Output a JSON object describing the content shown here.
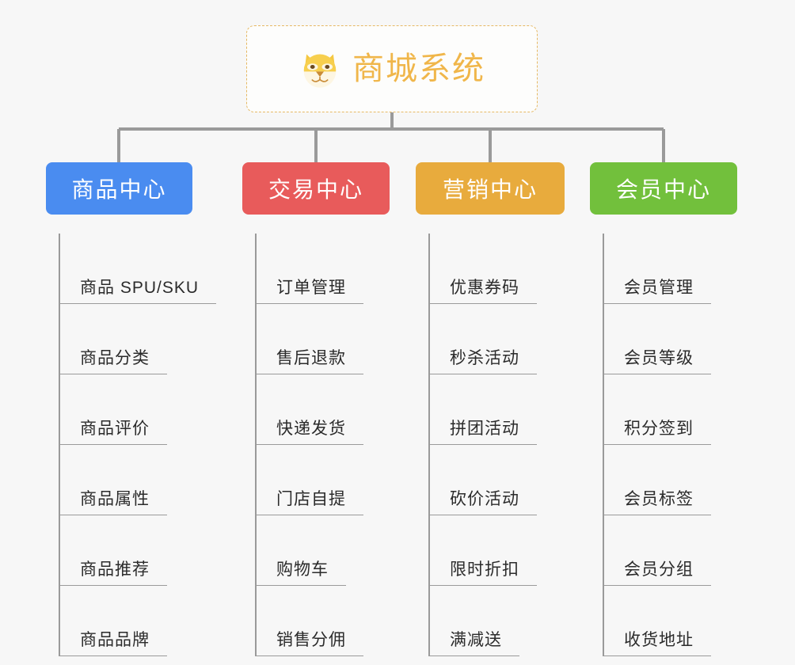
{
  "root": {
    "title": "商城系统",
    "icon": "shiba-dog-face-icon",
    "border_color": "#e6b964",
    "text_color": "#f0b64a",
    "background": "#fdfdfc"
  },
  "canvas": {
    "background": "#f7f7f7",
    "connector_color": "#9a9a9a"
  },
  "categories": [
    {
      "label": "商品中心",
      "color": "#4a8cf0",
      "children": [
        {
          "label": "商品 SPU/SKU"
        },
        {
          "label": "商品分类"
        },
        {
          "label": "商品评价"
        },
        {
          "label": "商品属性"
        },
        {
          "label": "商品推荐"
        },
        {
          "label": "商品品牌"
        }
      ]
    },
    {
      "label": "交易中心",
      "color": "#e85b5b",
      "children": [
        {
          "label": "订单管理"
        },
        {
          "label": "售后退款"
        },
        {
          "label": "快递发货"
        },
        {
          "label": "门店自提"
        },
        {
          "label": "购物车"
        },
        {
          "label": "销售分佣"
        }
      ]
    },
    {
      "label": "营销中心",
      "color": "#e8ab3d",
      "children": [
        {
          "label": "优惠券码"
        },
        {
          "label": "秒杀活动"
        },
        {
          "label": "拼团活动"
        },
        {
          "label": "砍价活动"
        },
        {
          "label": "限时折扣"
        },
        {
          "label": "满减送"
        }
      ]
    },
    {
      "label": "会员中心",
      "color": "#72c03c",
      "children": [
        {
          "label": "会员管理"
        },
        {
          "label": "会员等级"
        },
        {
          "label": "积分签到"
        },
        {
          "label": "会员标签"
        },
        {
          "label": "会员分组"
        },
        {
          "label": "收货地址"
        }
      ]
    }
  ]
}
